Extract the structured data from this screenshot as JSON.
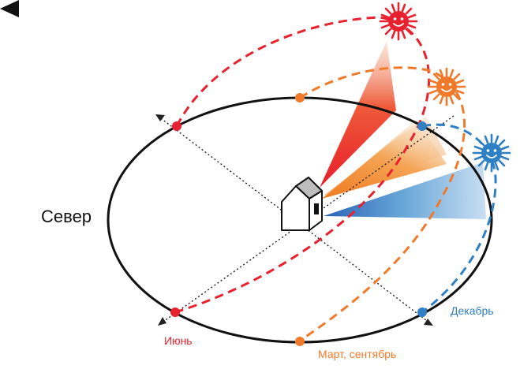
{
  "labels": {
    "north": "Север",
    "june": "Июнь",
    "march_september": "Март, сентябрь",
    "december": "Декабрь"
  },
  "colors": {
    "june": "#e8212e",
    "march_september": "#f07a2a",
    "december": "#2e7fc4",
    "orbit": "#111111"
  },
  "icons": [
    "north-arrow-icon",
    "house-icon",
    "sun-icon"
  ]
}
